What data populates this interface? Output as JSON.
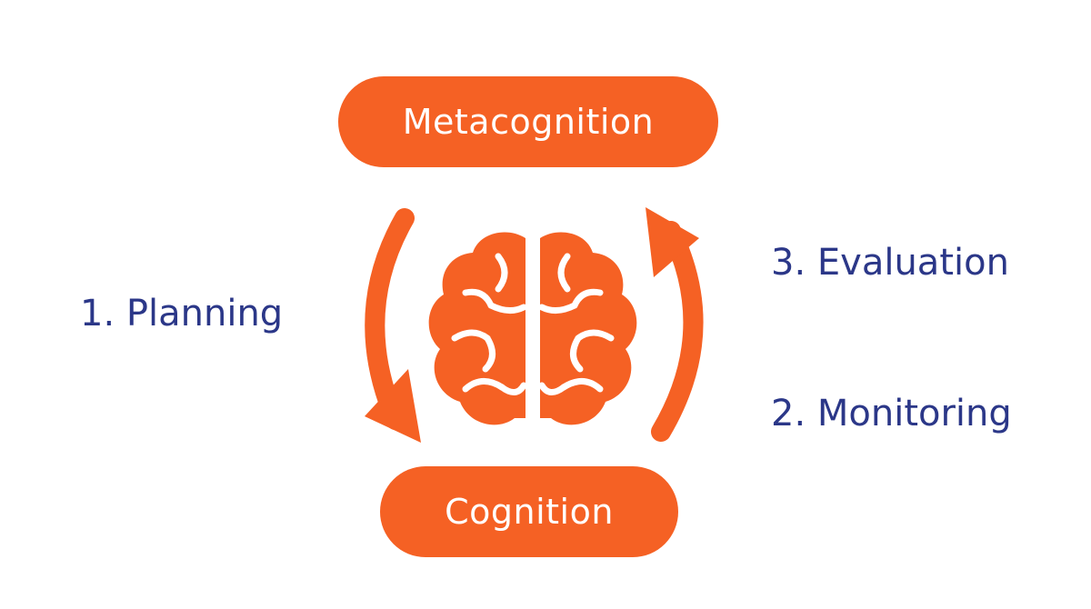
{
  "diagram": {
    "top_box": {
      "label": "Metacognition"
    },
    "bottom_box": {
      "label": "Cognition"
    },
    "steps": {
      "planning": "1. Planning",
      "evaluation": "3. Evaluation",
      "monitoring": "2. Monitoring"
    },
    "center_icon": "brain-icon",
    "arrow_icons": [
      "arrow-down-left-icon",
      "arrow-up-right-icon"
    ]
  },
  "colors": {
    "accent": "#f56124",
    "text": "#2b3788",
    "box_text": "#ffffff",
    "background": "#ffffff"
  }
}
